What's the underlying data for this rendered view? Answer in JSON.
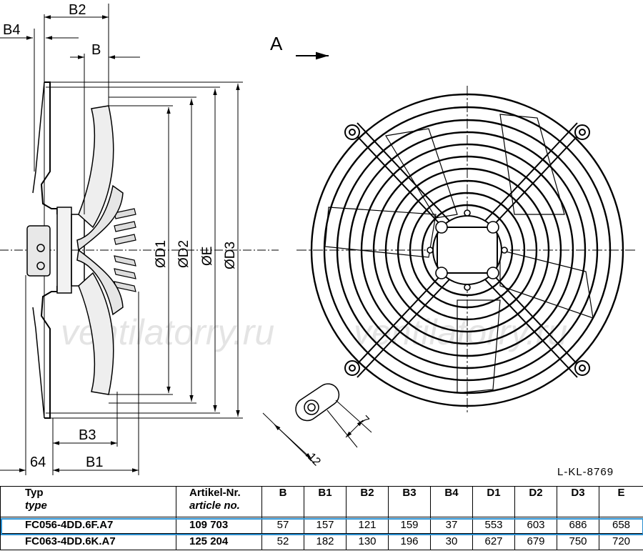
{
  "drawing": {
    "view_label": "A",
    "dimensions": {
      "b2": "B2",
      "b4": "B4",
      "b": "B",
      "b3": "B3",
      "b1": "B1",
      "offset": "64",
      "d1": "ØD1",
      "d2": "ØD2",
      "e": "ØE",
      "d3": "ØD3",
      "slot_width": "7",
      "slot_length": "12"
    },
    "reference": "L-KL-8769",
    "watermark": [
      "ventilatorry.ru",
      "ventilatorry.ru"
    ]
  },
  "table": {
    "headers": {
      "type": "Typ",
      "type_sub": "type",
      "article": "Artikel-Nr.",
      "article_sub": "article no.",
      "cols": [
        "B",
        "B1",
        "B2",
        "B3",
        "B4",
        "D1",
        "D2",
        "D3",
        "E"
      ]
    },
    "rows": [
      {
        "type": "FC056-4DD.6F.A7",
        "article": "109 703",
        "values": [
          "57",
          "157",
          "121",
          "159",
          "37",
          "553",
          "603",
          "686",
          "658"
        ],
        "highlighted": true
      },
      {
        "type": "FC063-4DD.6K.A7",
        "article": "125 204",
        "values": [
          "52",
          "182",
          "130",
          "196",
          "30",
          "627",
          "679",
          "750",
          "720"
        ],
        "highlighted": false
      }
    ]
  },
  "colors": {
    "highlight": "#2a8fd0",
    "line": "#000000",
    "watermark": "#cfcfcf"
  }
}
